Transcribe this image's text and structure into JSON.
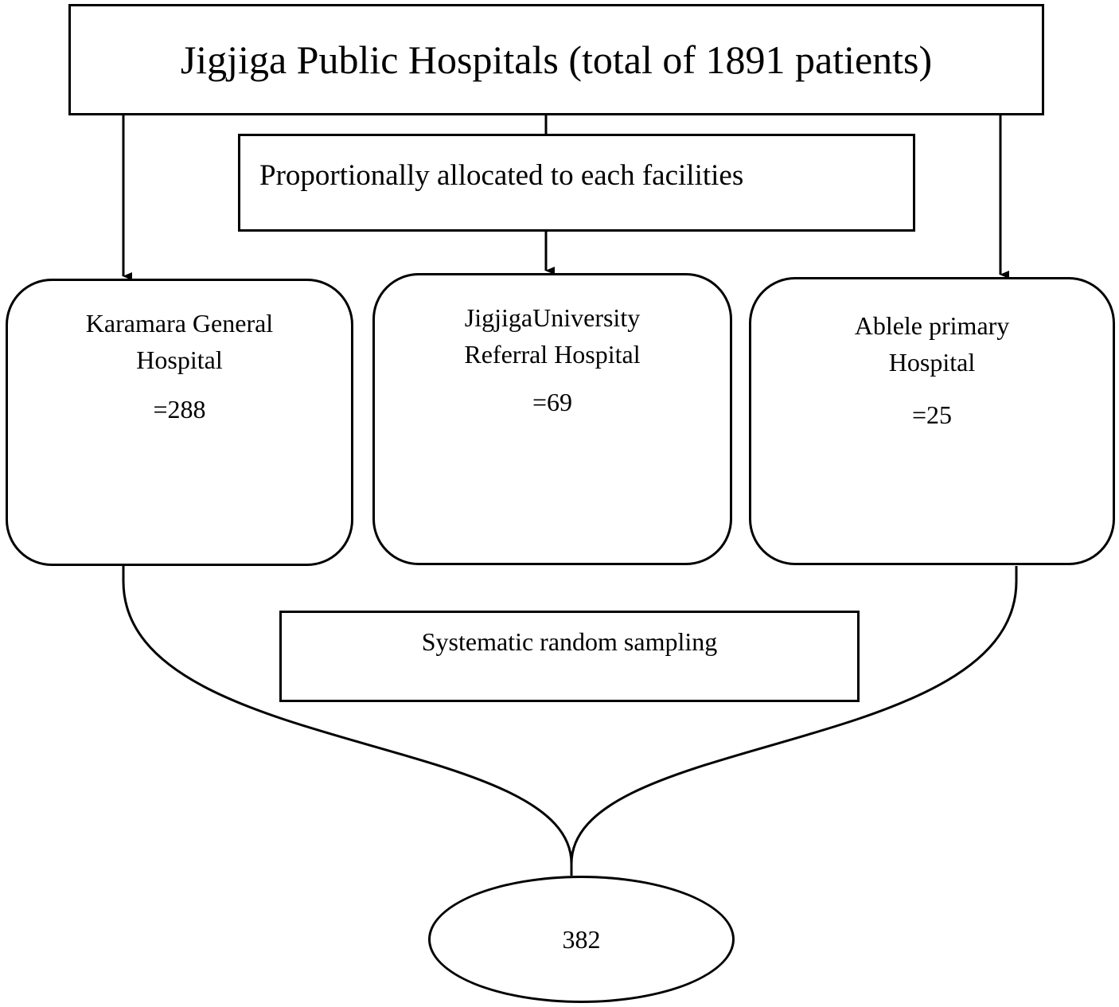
{
  "diagram": {
    "title": "Jigjiga Public Hospitals (total of 1891 patients)",
    "allocation_step": "Proportionally allocated to each facilities",
    "hospitals": [
      {
        "name": "Karamara General",
        "name_line2": "Hospital",
        "count": "=288"
      },
      {
        "name": "JigjigaUniversity",
        "name_line2": "Referral Hospital",
        "count": "=69"
      },
      {
        "name": "Ablele primary",
        "name_line2": "Hospital",
        "count": "=25"
      }
    ],
    "sampling_method": "Systematic random sampling",
    "total_sample": "382"
  }
}
